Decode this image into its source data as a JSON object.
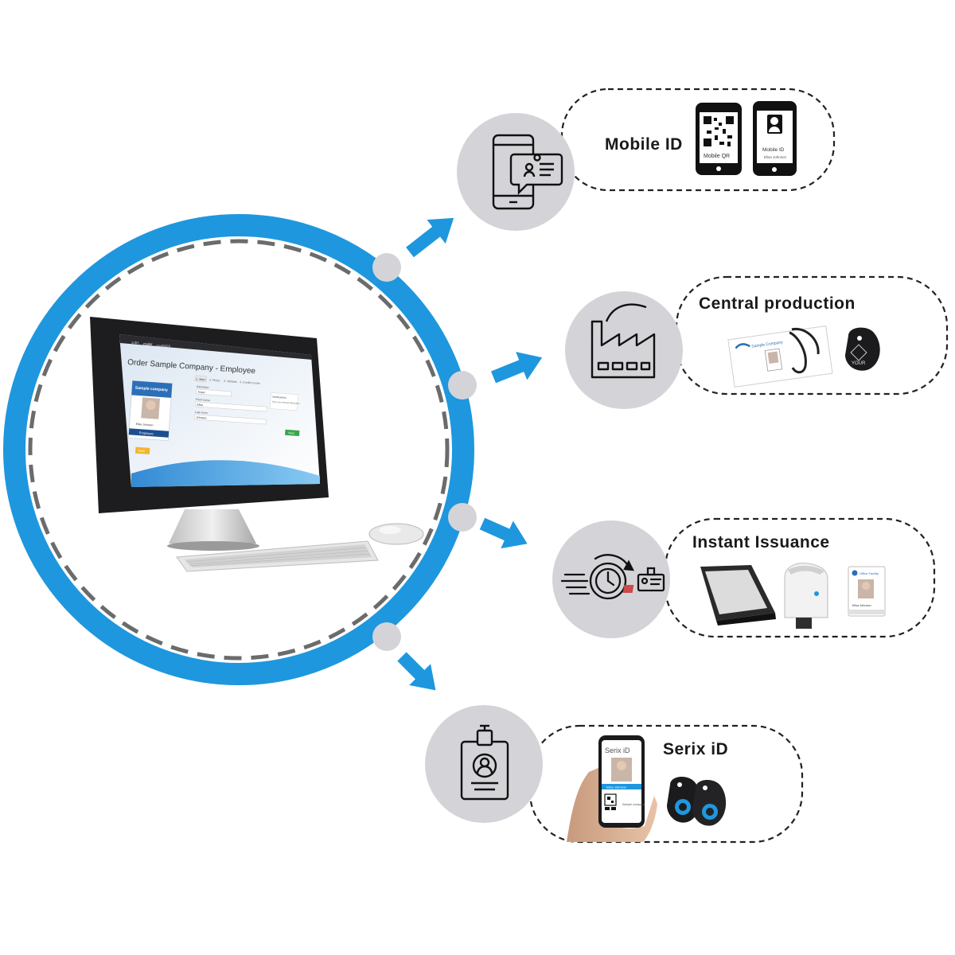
{
  "colors": {
    "ring": "#1e97de",
    "arrow": "#1e97de",
    "icon_circle": "#d4d4d8",
    "dash": "#6b6b6b",
    "box_dash": "#222222"
  },
  "software": {
    "window_title": "Order Sample Company - Employee",
    "menu": [
      "Jobs",
      "Order",
      "Analytics"
    ],
    "steps": [
      "1. Start",
      "2. Photo",
      "3. Validate",
      "4. Confirm order"
    ],
    "card": {
      "company": "Sample company",
      "holder": "Elisa Johnson",
      "role": "Employee"
    },
    "fields": [
      {
        "label": "Salutation",
        "value": "Super"
      },
      {
        "label": "Front name",
        "value": "Elisa"
      },
      {
        "label": "Last name",
        "value": "Johnson"
      }
    ],
    "note_title": "Notifications",
    "note_text": "Save your entered information",
    "next_button": "Next",
    "prev_button": "Back"
  },
  "nodes": [
    {
      "id": "mobile",
      "label": "Mobile ID",
      "icon": "smartphone-id-icon",
      "items": [
        {
          "caption": "Mobile QR"
        },
        {
          "caption": "Mobile ID",
          "name": "Elisa Johnson"
        }
      ]
    },
    {
      "id": "central",
      "label": "Central production",
      "icon": "factory-icon",
      "items": [
        {
          "caption": "Sample Company"
        },
        {
          "caption": "YOUR"
        }
      ]
    },
    {
      "id": "instant",
      "label": "Instant Issuance",
      "icon": "fast-clock-id-icon",
      "items": [
        {
          "caption": "tablet"
        },
        {
          "caption": "printer"
        },
        {
          "caption": "Elisa Johnson",
          "company": "Office Facility"
        }
      ]
    },
    {
      "id": "serix",
      "label": "Serix iD",
      "icon": "badge-icon",
      "items": [
        {
          "caption": "Serix iD"
        },
        {
          "caption": "Elisa Johnson"
        },
        {
          "caption": "Sample company"
        }
      ]
    }
  ]
}
